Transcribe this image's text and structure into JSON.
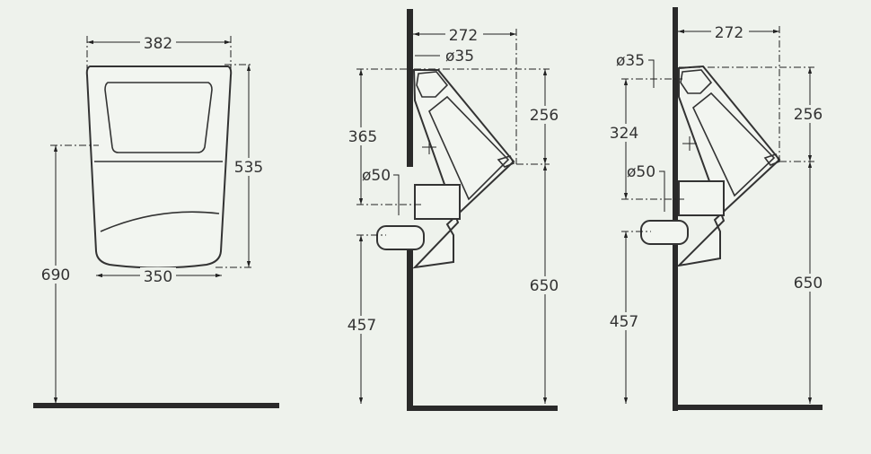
{
  "front_view": {
    "width_top": "382",
    "width_bottom": "350",
    "height": "535",
    "mount_height": "690"
  },
  "side_view_1": {
    "depth": "272",
    "inlet_dia": "ø35",
    "inlet_to_outlet": "365",
    "body_height": "256",
    "rim_height": "650",
    "outlet_dia": "ø50",
    "outlet_height": "457"
  },
  "side_view_2": {
    "depth": "272",
    "inlet_dia": "ø35",
    "inlet_to_outlet": "324",
    "body_height": "256",
    "rim_height": "650",
    "outlet_dia": "ø50",
    "outlet_height": "457"
  },
  "colors": {
    "background": "#eef2ec",
    "line": "#333333",
    "wall": "#2a2a2a"
  }
}
